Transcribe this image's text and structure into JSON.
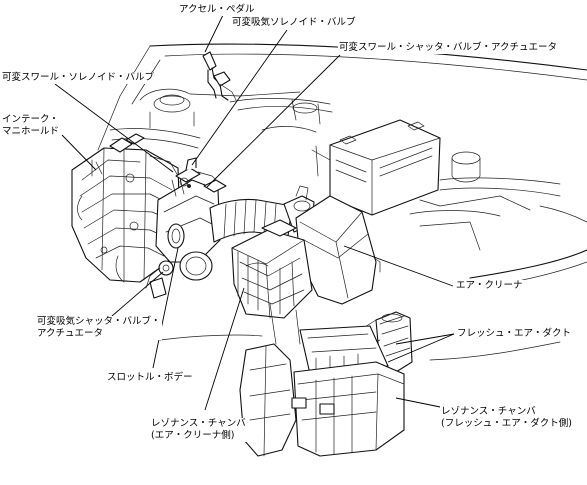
{
  "labels": {
    "accel_pedal": "アクセル・ペダル",
    "vacuum_solenoid": "可変吸気ソレノイド・バルブ",
    "swirl_actuator": "可変スワール・シャッタ・バルブ・アクチュエータ",
    "swirl_solenoid": "可変スワール・ソレノイド・バルブ",
    "intake_manifold_1": "インテーク・",
    "intake_manifold_2": "マニホールド",
    "air_cleaner": "エア・クリーナ",
    "fresh_air_duct": "フレッシュ・エア・ダクト",
    "shutter_actuator_1": "可変吸気シャッタ・バルブ・",
    "shutter_actuator_2": "アクチュエータ",
    "throttle_body": "スロットル・ボデー",
    "resonance_ac_1": "レゾナンス・チャンバ",
    "resonance_ac_2": "(エア・クリーナ側)",
    "resonance_fd_1": "レゾナンス・チャンバ",
    "resonance_fd_2": "(フレッシュ・エア・ダクト側)"
  }
}
